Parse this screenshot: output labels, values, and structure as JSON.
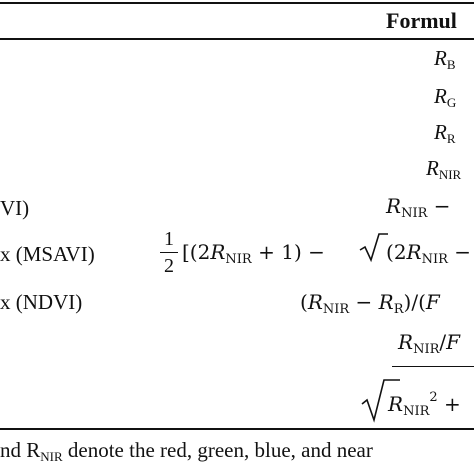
{
  "header": {
    "formula": "Formul"
  },
  "rows": [
    {
      "name": "",
      "base": "R",
      "sub": "B"
    },
    {
      "name": "",
      "base": "R",
      "sub": "G"
    },
    {
      "name": "",
      "base": "R",
      "sub": "R"
    },
    {
      "name": "",
      "base": "R",
      "sub": "NIR"
    },
    {
      "name": "VI)",
      "formula": "R_NIR −"
    },
    {
      "name": "x (MSAVI)",
      "formula": "1/2 [(2R_NIR + 1) − √(2R_NIR −"
    },
    {
      "name": "x (NDVI)",
      "formula": "(R_NIR − R_R)/(F"
    },
    {
      "name": "",
      "formula": "R_NIR/F"
    },
    {
      "name": "",
      "formula": "√(R_NIR² +"
    }
  ],
  "math": {
    "R": "R",
    "NIR": "NIR",
    "Rsub": "R",
    "minus": "−",
    "plus": "+",
    "one": "1",
    "two": "2",
    "half_num": "1",
    "half_den": "2",
    "open_bracket": "[(",
    "close_paren_one": ")",
    "open_paren": "(",
    "slash": "/(",
    "F": "F",
    "slash_only": "/",
    "sq": "2"
  },
  "footnote": "nd R",
  "footnote_sub": "NIR",
  "footnote_rest": " denote the red, green, blue, and near"
}
